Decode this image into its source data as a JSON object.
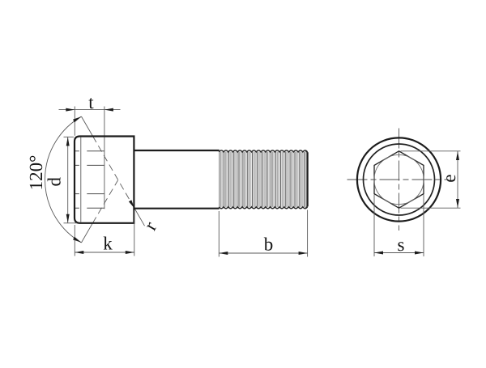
{
  "drawing": {
    "type": "technical-drawing",
    "subject": "socket head cap screw (side view and end view)",
    "background": "#ffffff",
    "outline_color": "#1c1c1c",
    "thin_line_color": "#5a5a5a",
    "labels": {
      "socket_depth": "t",
      "head_diameter": "d",
      "head_height": "k",
      "thread_length": "b",
      "fillet_radius": "r",
      "socket_cone_angle": "120°",
      "width_across_flats": "s",
      "width_across_corners": "e"
    }
  }
}
